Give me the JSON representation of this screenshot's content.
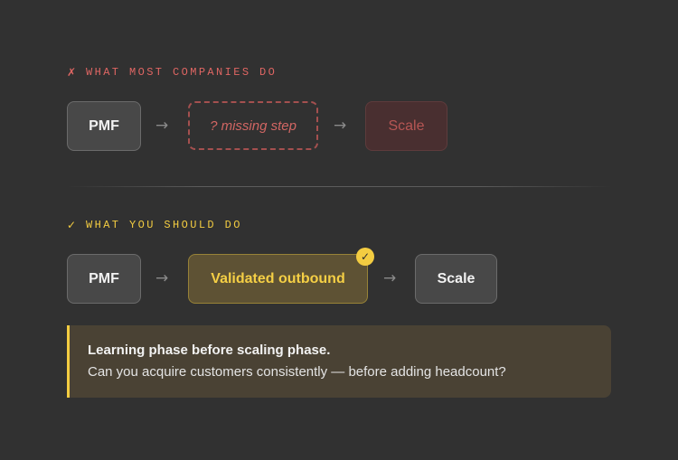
{
  "bad_flow": {
    "heading": "WHAT MOST COMPANIES DO",
    "heading_mark": "✗",
    "steps": [
      "PMF",
      "? missing step",
      "Scale"
    ],
    "arrow": "→"
  },
  "good_flow": {
    "heading": "WHAT YOU SHOULD DO",
    "heading_mark": "✓",
    "steps": [
      "PMF",
      "Validated outbound",
      "Scale"
    ],
    "arrow": "→",
    "badge": "✓"
  },
  "callout": {
    "title": "Learning phase before scaling phase.",
    "body": "Can you acquire customers consistently — before adding headcount?"
  },
  "colors": {
    "background": "#313131",
    "bad_accent": "#df6663",
    "good_accent": "#f3cc41"
  }
}
